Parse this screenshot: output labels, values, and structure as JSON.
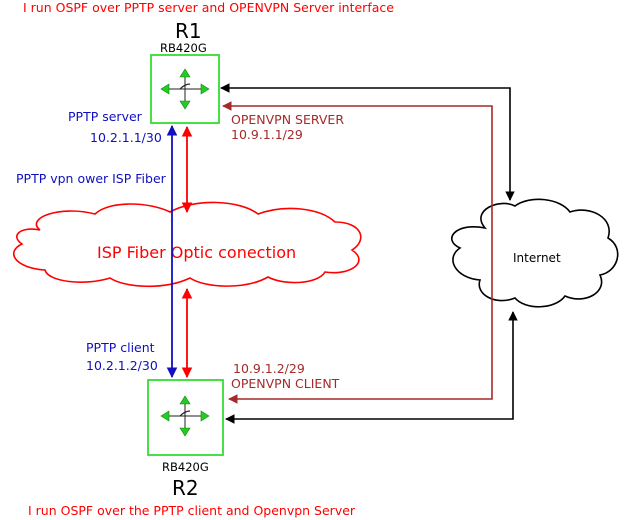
{
  "notes": {
    "top": "I run OSPF over PPTP server and OPENVPN Server interface",
    "bottom": "I run OSPF over the PPTP client and Openvpn Server"
  },
  "r1": {
    "name": "R1",
    "model": "RB420G"
  },
  "r2": {
    "name": "R2",
    "model": "RB420G"
  },
  "pptp_server": {
    "label": "PPTP server",
    "ip": "10.2.1.1/30"
  },
  "pptp_client": {
    "label": "PPTP client",
    "ip": "10.2.1.2/30"
  },
  "pptp_vpn": {
    "label": "PPTP vpn ower ISP Fiber"
  },
  "openvpn_server": {
    "label": "OPENVPN SERVER",
    "ip": "10.9.1.1/29"
  },
  "openvpn_client": {
    "label": "OPENVPN CLIENT",
    "ip": "10.9.1.2/29"
  },
  "isp_cloud": {
    "label": "ISP Fiber Optic conection"
  },
  "internet_cloud": {
    "label": "Internet"
  },
  "colors": {
    "router_border": "#33dd33",
    "router_icon": "#22cc22",
    "pptp_link": "#1010c0",
    "fiber_link": "#ff0000",
    "openvpn_link": "#a52a2a",
    "internet_link": "#000000",
    "isp_cloud_stroke": "#ff0000",
    "internet_cloud_stroke": "#000000"
  },
  "icons": {
    "router": "router-arrows-icon",
    "isp": "cloud-icon",
    "internet": "cloud-icon"
  }
}
